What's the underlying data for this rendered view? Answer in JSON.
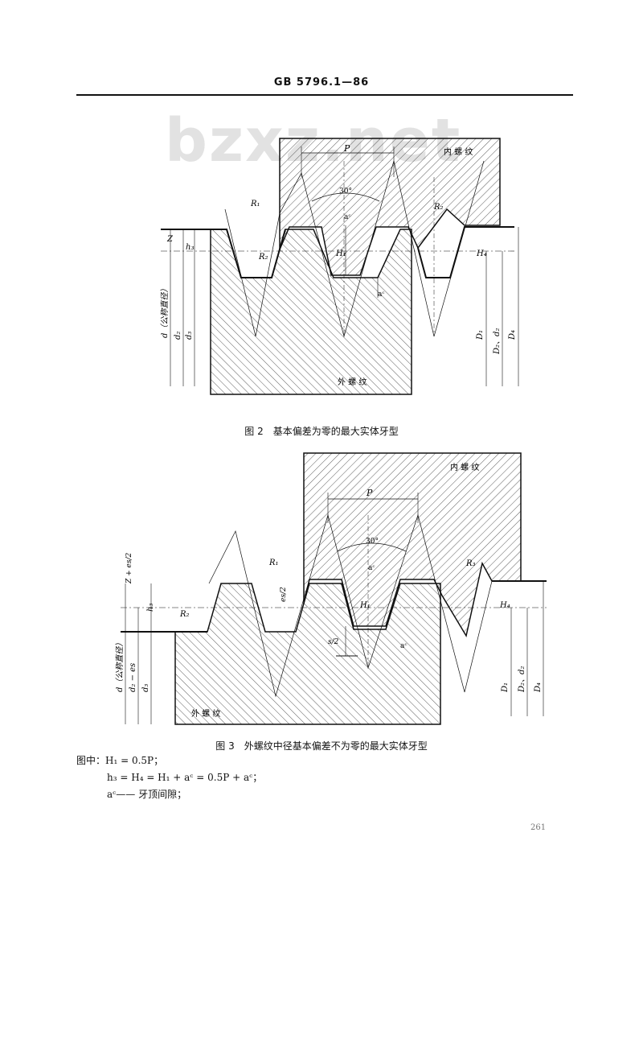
{
  "header": {
    "title": "GB 5796.1—86"
  },
  "watermark": "bzxz.net",
  "figure2": {
    "caption": "图 2　基本偏差为零的最大实体牙型",
    "labels": {
      "P": "P",
      "angle": "30°",
      "internal": "内 螺 纹",
      "external": "外 螺 纹",
      "R1": "R₁",
      "R2a": "R₂",
      "R2b": "R₂",
      "ac_top": "aᶜ",
      "ac_bottom": "aᶜ",
      "H1": "H₁",
      "H4": "H₄",
      "Z": "Z",
      "h3": "h₃",
      "d": "d（公称直径）",
      "d2": "d₂",
      "d3": "d₃",
      "D1": "D₁",
      "D2d2": "D₂、d₂",
      "D4": "D₄"
    }
  },
  "figure3": {
    "caption": "图 3　外螺纹中径基本偏差不为零的最大实体牙型",
    "labels": {
      "P": "P",
      "angle": "30°",
      "internal": "内 螺 纹",
      "external": "外 螺 纹",
      "R1": "R₁",
      "R2": "R₂",
      "R3": "R₃",
      "ac_top": "aᶜ",
      "ac_bottom": "aᶜ",
      "H1": "H₁",
      "H4": "H₄",
      "Zes": "Z + es/2",
      "es2": "es/2",
      "s2": "s/2",
      "h3": "h₃",
      "d": "d（公称直径）",
      "d2es": "d₂ − es",
      "d3": "d₃",
      "D1": "D₁",
      "D2d2": "D₂、d₂",
      "D4": "D₄"
    }
  },
  "legend": {
    "line1": "图中：H₁ = 0.5P；",
    "line2": "h₃ = H₄ = H₁ + aᶜ = 0.5P + aᶜ；",
    "line3": "aᶜ—— 牙顶间隙；"
  },
  "page_number": "261"
}
